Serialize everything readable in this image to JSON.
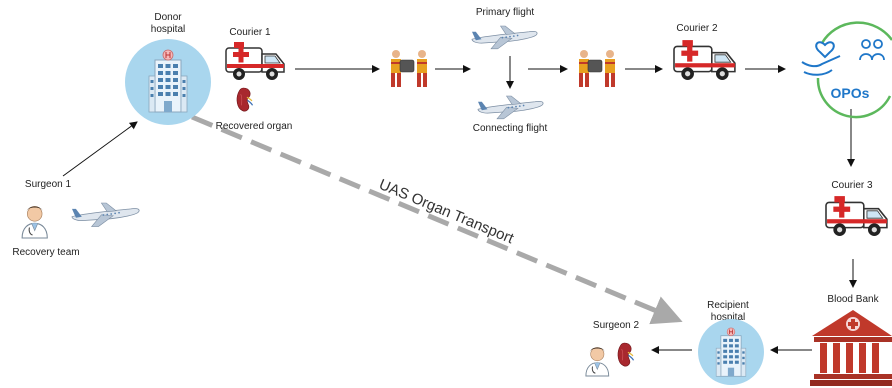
{
  "labels": {
    "donor_hospital_line1": "Donor",
    "donor_hospital_line2": "hospital",
    "courier1": "Courier 1",
    "recovered_organ": "Recovered organ",
    "primary_flight": "Primary flight",
    "connecting_flight": "Connecting flight",
    "courier2": "Courier 2",
    "opos": "OPOs",
    "courier3": "Courier 3",
    "blood_bank": "Blood Bank",
    "recipient_hospital_line1": "Recipient",
    "recipient_hospital_line2": "hospital",
    "surgeon2": "Surgeon 2",
    "surgeon1": "Surgeon 1",
    "recovery_team": "Recovery team",
    "uas_transport": "UAS Organ Transport"
  },
  "icons": {
    "hospital": "hospital-building-icon",
    "ambulance": "ambulance-icon",
    "kidney": "kidney-icon",
    "airplane": "airplane-icon",
    "baggage_handlers": "baggage-handler-icon",
    "opos": "opos-logo-icon",
    "blood_bank": "bank-building-icon",
    "doctor": "doctor-icon"
  },
  "colors": {
    "ambulance_red": "#d62828",
    "hospital_circle": "#a9d6ee",
    "opos_blue": "#1f77c9",
    "opos_green": "#5cb85c",
    "blood_bank_red": "#c0392b",
    "kidney": "#a8282e",
    "uas_arrow_gray": "#a9a9a9"
  }
}
